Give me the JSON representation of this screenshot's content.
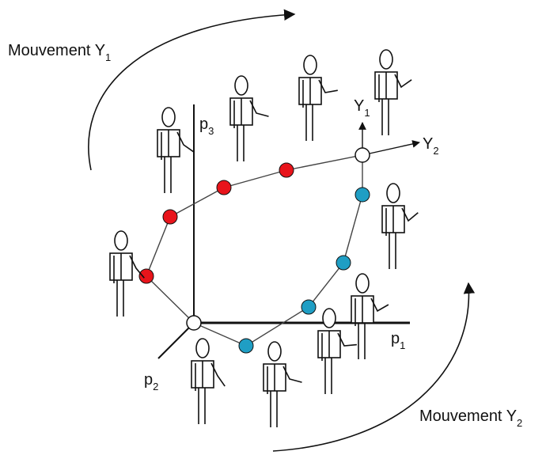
{
  "labels": {
    "movement_y1": {
      "main": "Mouvement Y",
      "sub": "1"
    },
    "movement_y2": {
      "main": "Mouvement Y",
      "sub": "2"
    },
    "p1": {
      "main": "p",
      "sub": "1"
    },
    "p2": {
      "main": "p",
      "sub": "2"
    },
    "p3": {
      "main": "p",
      "sub": "3"
    },
    "y1": {
      "main": "Y",
      "sub": "1"
    },
    "y2": {
      "main": "Y",
      "sub": "2"
    }
  },
  "colors": {
    "red_node": "#e8141b",
    "blue_node": "#1f9ec4",
    "white_node": "#ffffff",
    "stroke": "#111111"
  }
}
